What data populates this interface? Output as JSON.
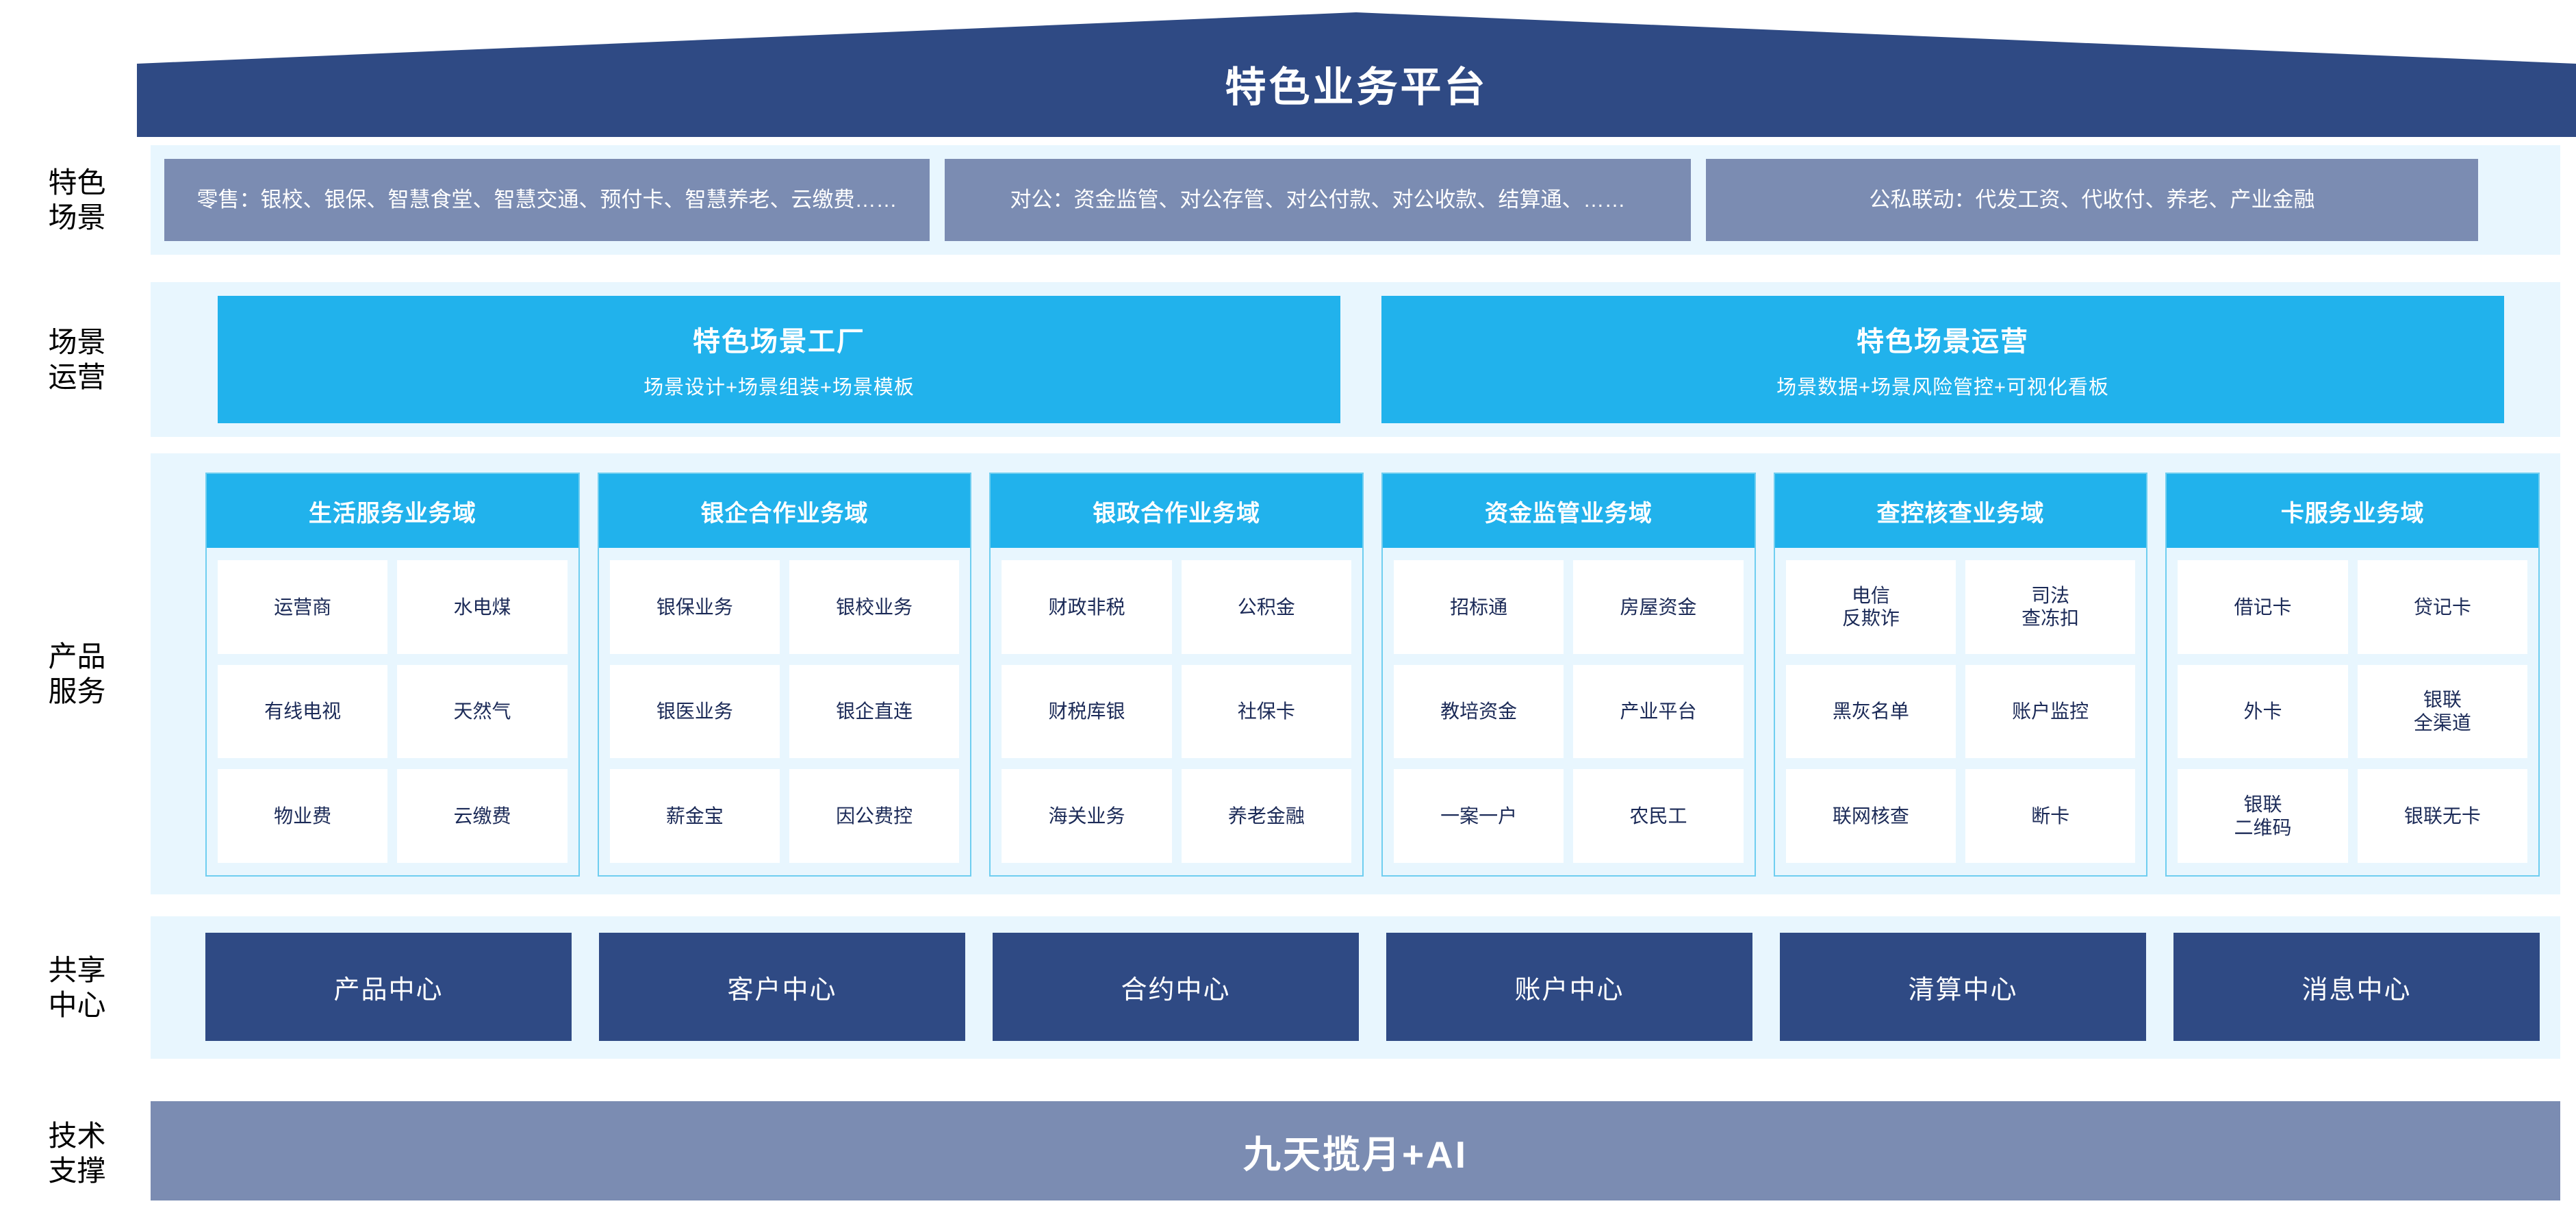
{
  "banner": {
    "title": "特色业务平台"
  },
  "colors": {
    "banner_blue": "#2f4a84",
    "scenario_slate": "#7b8cb2",
    "cyan": "#21b2ec",
    "band_bg": "#e8f6fe",
    "shared_navy": "#2f4a84",
    "tech_slate": "#7b8cb2",
    "text_navy": "#1b2a57"
  },
  "rows": {
    "scenario": {
      "label_line1": "特色",
      "label_line2": "场景",
      "boxes": [
        {
          "text": "零售：银校、银保、智慧食堂、智慧交通、预付卡、智慧养老、云缴费……"
        },
        {
          "text": "对公：资金监管、对公存管、对公付款、对公收款、结算通、……"
        },
        {
          "text": "公私联动：代发工资、代收付、养老、产业金融"
        }
      ]
    },
    "operation": {
      "label_line1": "场景",
      "label_line2": "运营",
      "boxes": [
        {
          "title": "特色场景工厂",
          "subtitle": "场景设计+场景组装+场景模板"
        },
        {
          "title": "特色场景运营",
          "subtitle": "场景数据+场景风险管控+可视化看板"
        }
      ]
    },
    "product": {
      "label_line1": "产品",
      "label_line2": "服务",
      "domains": [
        {
          "title": "生活服务业务域",
          "items": [
            "运营商",
            "水电煤",
            "有线电视",
            "天然气",
            "物业费",
            "云缴费"
          ]
        },
        {
          "title": "银企合作业务域",
          "items": [
            "银保业务",
            "银校业务",
            "银医业务",
            "银企直连",
            "薪金宝",
            "因公费控"
          ]
        },
        {
          "title": "银政合作业务域",
          "items": [
            "财政非税",
            "公积金",
            "财税库银",
            "社保卡",
            "海关业务",
            "养老金融"
          ]
        },
        {
          "title": "资金监管业务域",
          "items": [
            "招标通",
            "房屋资金",
            "教培资金",
            "产业平台",
            "一案一户",
            "农民工"
          ]
        },
        {
          "title": "查控核查业务域",
          "items": [
            "电信\n反欺诈",
            "司法\n查冻扣",
            "黑灰名单",
            "账户监控",
            "联网核查",
            "断卡"
          ]
        },
        {
          "title": "卡服务业务域",
          "items": [
            "借记卡",
            "贷记卡",
            "外卡",
            "银联\n全渠道",
            "银联\n二维码",
            "银联无卡"
          ]
        }
      ]
    },
    "shared": {
      "label_line1": "共享",
      "label_line2": "中心",
      "boxes": [
        {
          "text": "产品中心"
        },
        {
          "text": "客户中心"
        },
        {
          "text": "合约中心"
        },
        {
          "text": "账户中心"
        },
        {
          "text": "清算中心"
        },
        {
          "text": "消息中心"
        }
      ]
    },
    "tech": {
      "label_line1": "技术",
      "label_line2": "支撑",
      "bar_text": "九天揽月+AI"
    }
  }
}
